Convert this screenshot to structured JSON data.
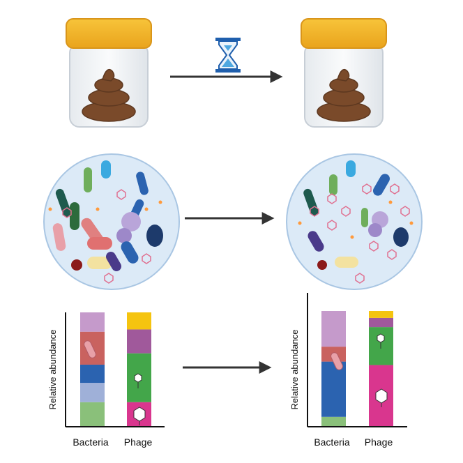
{
  "top_row": {
    "jar_before": "sample-jar",
    "jar_after": "sample-jar",
    "time_icon": "hourglass-icon",
    "colors": {
      "lid": "#F4B41A",
      "lid_dark": "#D9951A",
      "poop": "#7A4A2A",
      "hourglass": "#1F5FAD",
      "sand": "#4FA8E0",
      "arrow": "#333333"
    }
  },
  "middle_row": {
    "community_before": "microbial-community-before",
    "community_after": "microbial-community-after",
    "circle_fill": "#DCEAF7",
    "circle_stroke": "#A9C6E3"
  },
  "bottom_row": {
    "ylabel": "Relative abundance",
    "categories": [
      "Bacteria",
      "Phage"
    ]
  },
  "chart_data": [
    {
      "type": "bar",
      "stacked": true,
      "ylabel": "Relative abundance",
      "categories": [
        "Bacteria",
        "Phage"
      ],
      "ylim": [
        0,
        1
      ],
      "columns": {
        "Bacteria": [
          {
            "color": "#8AC07A",
            "value": 0.21
          },
          {
            "color": "#9FB0D8",
            "value": 0.17
          },
          {
            "color": "#2B63B0",
            "value": 0.16
          },
          {
            "color": "#C9625F",
            "value": 0.29
          },
          {
            "color": "#C59ACB",
            "value": 0.17
          }
        ],
        "Phage": [
          {
            "color": "#D9368E",
            "value": 0.21
          },
          {
            "color": "#43A64A",
            "value": 0.43
          },
          {
            "color": "#A0599B",
            "value": 0.21
          },
          {
            "color": "#F5C40F",
            "value": 0.15
          }
        ]
      }
    },
    {
      "type": "bar",
      "stacked": true,
      "ylabel": "Relative abundance",
      "categories": [
        "Bacteria",
        "Phage"
      ],
      "ylim": [
        0,
        1
      ],
      "columns": {
        "Bacteria": [
          {
            "color": "#8AC07A",
            "value": 0.08
          },
          {
            "color": "#2B63B0",
            "value": 0.48
          },
          {
            "color": "#C9625F",
            "value": 0.13
          },
          {
            "color": "#C59ACB",
            "value": 0.31
          }
        ],
        "Phage": [
          {
            "color": "#D9368E",
            "value": 0.53
          },
          {
            "color": "#43A64A",
            "value": 0.33
          },
          {
            "color": "#A0599B",
            "value": 0.08
          },
          {
            "color": "#F5C40F",
            "value": 0.06
          }
        ]
      }
    }
  ]
}
